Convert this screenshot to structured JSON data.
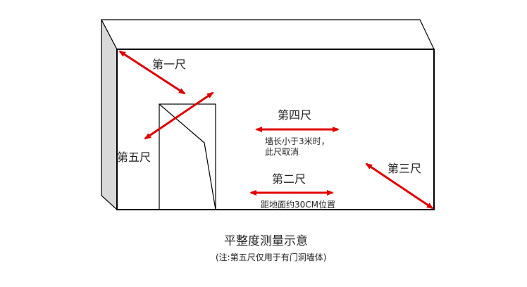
{
  "labels": {
    "ruler1": "第一尺",
    "ruler2": "第二尺",
    "ruler3": "第三尺",
    "ruler4": "第四尺",
    "ruler5": "第五尺"
  },
  "annotations": {
    "ruler4_note_line1": "墙长小于3米时，",
    "ruler4_note_line2": "此尺取消",
    "ruler2_note": "距地面约30CM位置"
  },
  "caption": {
    "title": "平整度测量示意",
    "note": "(注:第五尺仅用于有门洞墙体)"
  },
  "colors": {
    "arrow": "#e00000",
    "outline": "#000000",
    "side_wall": "#d9d9d9"
  }
}
